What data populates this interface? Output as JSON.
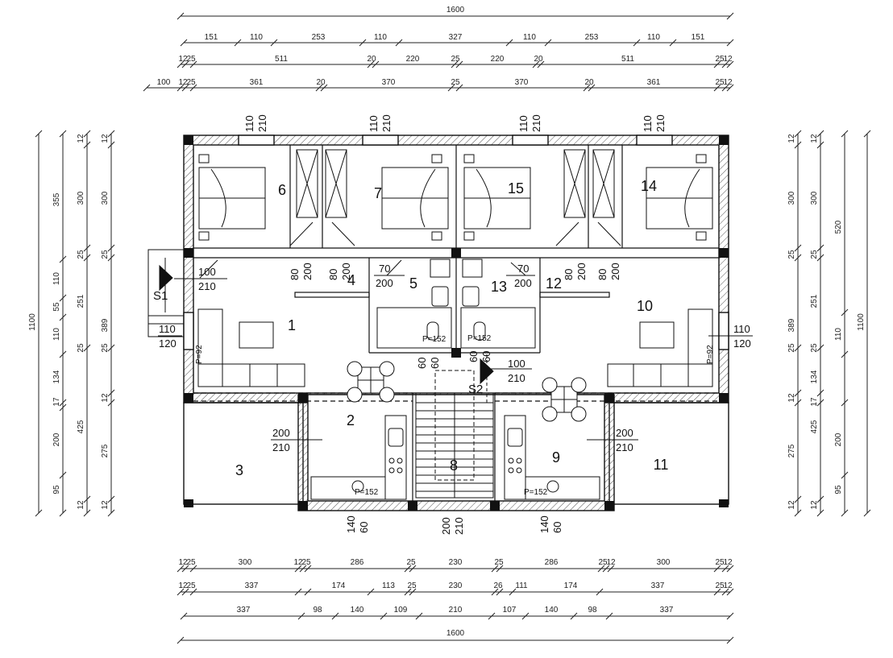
{
  "plan": {
    "top_dims": {
      "row1": [
        "1600"
      ],
      "row2": [
        "151",
        "110",
        "253",
        "110",
        "327",
        "110",
        "253",
        "110",
        "151"
      ],
      "row3": [
        "12",
        "25",
        "511",
        "20",
        "220",
        "25",
        "220",
        "20",
        "511",
        "25",
        "12"
      ],
      "row4": [
        "100",
        "12",
        "25",
        "361",
        "20",
        "370",
        "25",
        "370",
        "20",
        "361",
        "25",
        "12"
      ]
    },
    "bottom_dims": {
      "row1": [
        "12",
        "25",
        "300",
        "12",
        "25",
        "286",
        "25",
        "230",
        "25",
        "286",
        "25",
        "12",
        "300",
        "25",
        "12"
      ],
      "row2": [
        "12",
        "25",
        "337",
        "174",
        "113",
        "25",
        "230",
        "26",
        "111",
        "174",
        "337",
        "25",
        "12"
      ],
      "row3": [
        "337",
        "98",
        "140",
        "109",
        "210",
        "107",
        "140",
        "98",
        "337"
      ],
      "row4": [
        "1600"
      ]
    },
    "left_dims": {
      "outer": [
        "1100"
      ],
      "col2": [
        "355",
        "110",
        "55",
        "110",
        "134",
        "17",
        "200",
        "95"
      ],
      "col3": [
        "12",
        "300",
        "25",
        "251",
        "25",
        "425",
        "12"
      ],
      "col4": [
        "12",
        "300",
        "25",
        "389",
        "25",
        "12",
        "275",
        "12"
      ]
    },
    "right_dims": {
      "outer": [
        "1100"
      ],
      "col2": [
        "520",
        "110"
      ],
      "col3": [
        "12",
        "300",
        "25",
        "251",
        "25",
        "134",
        "17",
        "200",
        "95",
        "12"
      ],
      "col4": [
        "12",
        "300",
        "25",
        "389",
        "25",
        "12",
        "425",
        "275",
        "12"
      ]
    },
    "rooms": [
      "1",
      "2",
      "3",
      "4",
      "5",
      "6",
      "7",
      "8",
      "9",
      "10",
      "11",
      "12",
      "13",
      "14",
      "15"
    ],
    "door_labels": {
      "w6": [
        "110",
        "210"
      ],
      "w7": [
        "110",
        "210"
      ],
      "w15": [
        "110",
        "210"
      ],
      "w14": [
        "110",
        "210"
      ],
      "d1": [
        "100",
        "210"
      ],
      "d1b": [
        "110",
        "120"
      ],
      "d4a": [
        "80",
        "200"
      ],
      "d4b": [
        "80",
        "200"
      ],
      "d5": [
        "70",
        "200"
      ],
      "d13": [
        "70",
        "200"
      ],
      "d12a": [
        "80",
        "200"
      ],
      "d12b": [
        "80",
        "200"
      ],
      "d10": [
        "110",
        "120"
      ],
      "s2d": [
        "100",
        "210"
      ],
      "d3": [
        "200",
        "210"
      ],
      "d11": [
        "200",
        "210"
      ],
      "k2": [
        "140",
        "60"
      ],
      "k9": [
        "140",
        "60"
      ],
      "entry": [
        "200",
        "210"
      ],
      "bath": [
        "60",
        "60"
      ]
    },
    "sections": [
      "S1",
      "S2"
    ],
    "parapets": [
      "P=92",
      "P=92",
      "P=152",
      "P=152",
      "P=152",
      "P=152"
    ]
  }
}
